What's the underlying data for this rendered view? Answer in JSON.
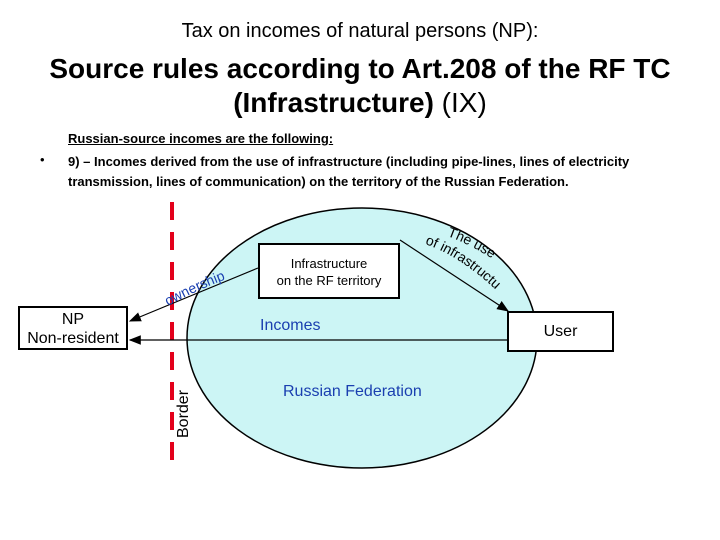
{
  "title": {
    "line1": "Tax on incomes of natural persons (NP):",
    "line2_bold": "Source rules according to Art.208 of the RF TC",
    "line3_bold": "(Infrastructure)",
    "line3_plain": " (IX)"
  },
  "body": {
    "intro_underlined": "Russian-source incomes are the following",
    "intro_tail": ":",
    "bullet": "•",
    "item9_line1": "9) – Incomes derived from the use of infrastructure (including pipe-lines, lines of electricity",
    "item9_line2": "transmission, lines of communication) on the territory of the Russian Federation."
  },
  "diagram": {
    "infrastructure_line1": "Infrastructure",
    "infrastructure_line2": "on the RF territory",
    "np_line1": "NP",
    "np_line2": "Non-resident",
    "user": "User",
    "incomes": "Incomes",
    "russian_federation": "Russian Federation",
    "border": "Border",
    "ownership": "ownership",
    "use_line1": "The use",
    "use_line2": "of infrastructure",
    "colors": {
      "territory_fill": "#ccf5f5",
      "border_line": "#e3001b",
      "labels": "#1a3fb0"
    }
  }
}
